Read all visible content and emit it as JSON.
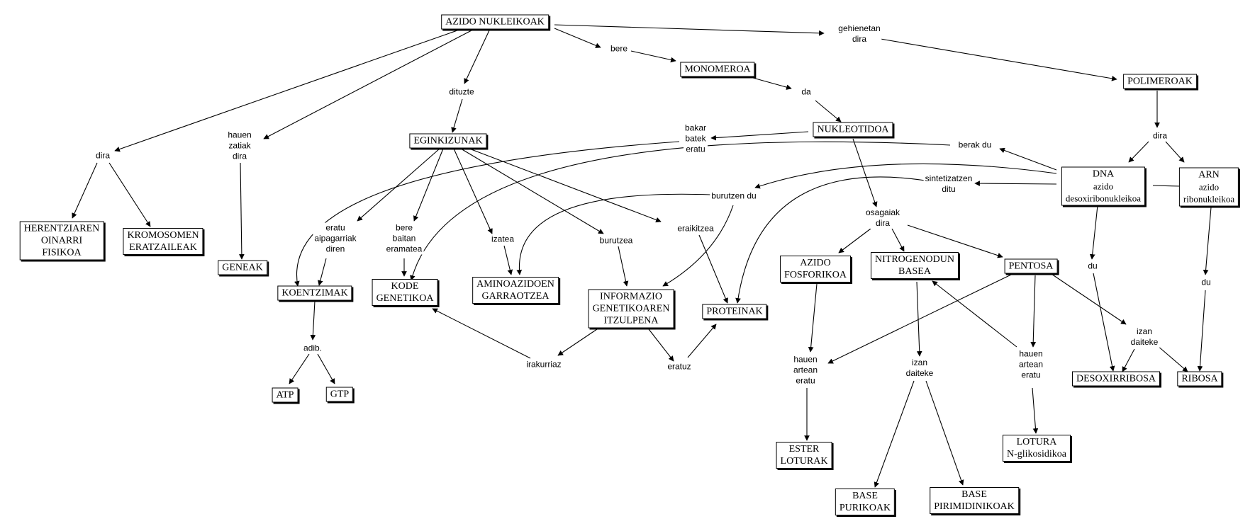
{
  "nodes": {
    "azido_nukleikoak": [
      "AZIDO NUKLEIKOAK"
    ],
    "monomeroa": [
      "MONOMEROA"
    ],
    "polimeroak": [
      "POLIMEROAK"
    ],
    "nukleotidoa": [
      "NUKLEOTIDOA"
    ],
    "eginkizunak": [
      "EGINKIZUNAK"
    ],
    "herentziaren": [
      "HERENTZIAREN",
      "OINARRI",
      "FISIKOA"
    ],
    "kromosomen": [
      "KROMOSOMEN",
      "ERATZAILEAK"
    ],
    "geneak": [
      "GENEAK"
    ],
    "koentzimak": [
      "KOENTZIMAK"
    ],
    "atp": [
      "ATP"
    ],
    "gtp": [
      "GTP"
    ],
    "kode_genetikoa": [
      "KODE",
      "GENETIKOA"
    ],
    "aminoazidoen": [
      "AMINOAZIDOEN",
      "GARRAOTZEA"
    ],
    "informazio": [
      "INFORMAZIO",
      "GENETIKOAREN",
      "ITZULPENA"
    ],
    "proteinak": [
      "PROTEINAK"
    ],
    "dna": [
      "DNA",
      "azido",
      "desoxiribonukleikoa"
    ],
    "arn": [
      "ARN",
      "azido",
      "ribonukleikoa"
    ],
    "azido_fosforikoa": [
      "AZIDO",
      "FOSFORIKOA"
    ],
    "nitrogenodun": [
      "NITROGENODUN",
      "BASEA"
    ],
    "pentosa": [
      "PENTOSA"
    ],
    "ester": [
      "ESTER",
      "LOTURAK"
    ],
    "base_purikoak": [
      "BASE",
      "PURIKOAK"
    ],
    "base_pirimidinikoak": [
      "BASE",
      "PIRIMIDINIKOAK"
    ],
    "lotura": [
      "LOTURA",
      "N-glikosidikoa"
    ],
    "desoxirribosa": [
      "DESOXIRRIBOSA"
    ],
    "ribosa": [
      "RIBOSA"
    ]
  },
  "links": {
    "gehienetan_dira": [
      "gehienetan",
      "dira"
    ],
    "bere": [
      "bere"
    ],
    "da": [
      "da"
    ],
    "dituzte": [
      "dituzte"
    ],
    "dira_left": [
      "dira"
    ],
    "hauen_zatiak_dira": [
      "hauen",
      "zatiak",
      "dira"
    ],
    "bakar_batek_eratu": [
      "bakar",
      "batek",
      "eratu"
    ],
    "dira_right": [
      "dira"
    ],
    "berak_du": [
      "berak du"
    ],
    "sintetizatzen_ditu": [
      "sintetizatzen",
      "ditu"
    ],
    "burutzen_du": [
      "burutzen du"
    ],
    "osagaiak_dira": [
      "osagaiak",
      "dira"
    ],
    "eratu_aipagarriak": [
      "eratu",
      "aipagarriak",
      "diren"
    ],
    "bere_baitan": [
      "bere",
      "baitan",
      "eramatea"
    ],
    "izatea": [
      "izatea"
    ],
    "burutzea": [
      "burutzea"
    ],
    "eraikitzea": [
      "eraikitzea"
    ],
    "adib": [
      "adib."
    ],
    "irakurriaz": [
      "irakurriaz"
    ],
    "eratuz": [
      "eratuz"
    ],
    "hauen_artean_eratu_left": [
      "hauen",
      "artean",
      "eratu"
    ],
    "izan_daiteke_mid": [
      "izan",
      "daiteke"
    ],
    "hauen_artean_eratu_right": [
      "hauen",
      "artean",
      "eratu"
    ],
    "du_left": [
      "du"
    ],
    "izan_daiteke_right": [
      "izan",
      "daiteke"
    ],
    "du_right": [
      "du"
    ]
  }
}
